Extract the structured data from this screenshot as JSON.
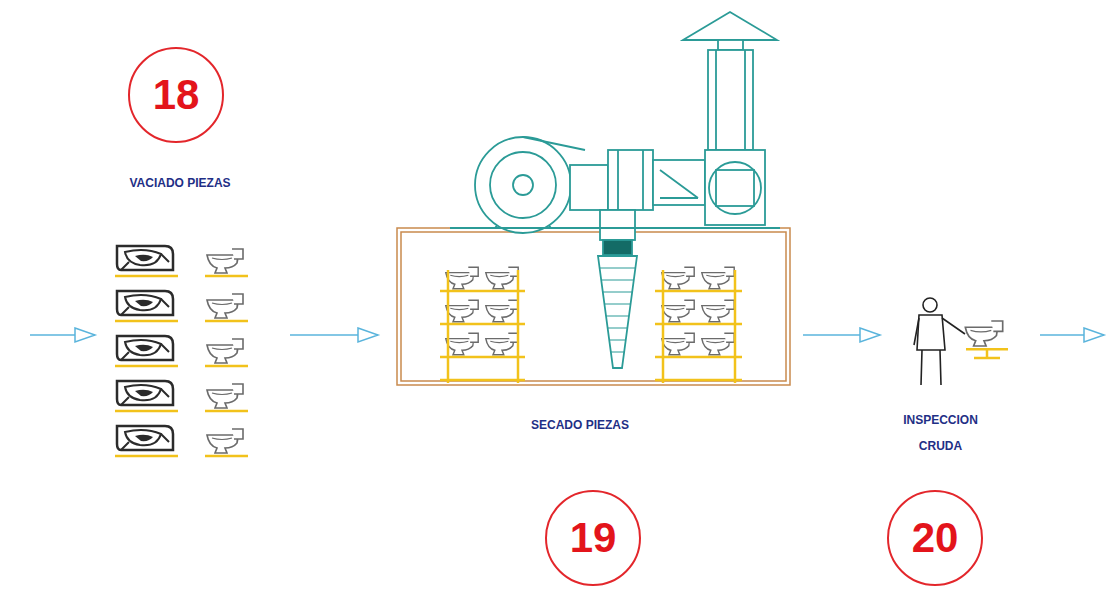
{
  "diagram": {
    "nodes": [
      {
        "text": [
          "18",
          "VACIADO PIEZAS"
        ]
      },
      {
        "text": [
          "SECADO PIEZAS",
          "19"
        ]
      },
      {
        "text": [
          "INSPECCION CRUDA",
          "20"
        ]
      }
    ],
    "edges": [
      {
        "from": 0,
        "to": 1,
        "arrow": "to"
      },
      {
        "from": 1,
        "to": 2,
        "arrow": "to"
      }
    ]
  }
}
